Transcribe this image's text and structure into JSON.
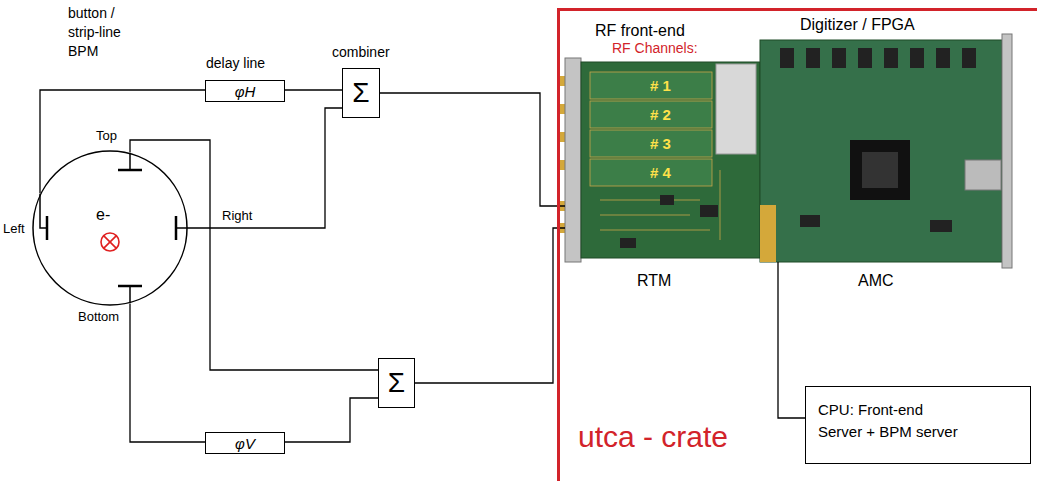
{
  "diagram": {
    "nodes": [
      {
        "text": [
          "e-"
        ]
      },
      {
        "text": [
          "φH"
        ]
      },
      {
        "text": [
          "Σ"
        ]
      },
      {
        "text": [
          "φV"
        ]
      },
      {
        "text": [
          "Σ"
        ]
      },
      {
        "text": [
          "utca - crate"
        ]
      },
      {
        "text": [
          "RF front-end",
          "RTM"
        ],
        "in": 5
      },
      {
        "text": [
          "Digitizer / FPGA",
          "AMC"
        ],
        "in": 5
      },
      {
        "text": [
          "CPU: Front-end Server + BPM server"
        ],
        "in": 5
      }
    ],
    "edges": [
      {
        "from": 0,
        "to": 1,
        "arrow": "none"
      },
      {
        "from": 1,
        "to": 2,
        "arrow": "none"
      },
      {
        "from": 0,
        "to": 2,
        "arrow": "none"
      },
      {
        "from": 0,
        "to": 4,
        "arrow": "none"
      },
      {
        "from": 0,
        "to": 3,
        "arrow": "none"
      },
      {
        "from": 3,
        "to": 4,
        "arrow": "none"
      },
      {
        "from": 2,
        "to": 6,
        "arrow": "none"
      },
      {
        "from": 4,
        "to": 6,
        "arrow": "none"
      },
      {
        "from": 8,
        "to": 7,
        "arrow": "none"
      }
    ],
    "labels": [
      "button / strip-line BPM",
      "delay line",
      "combiner",
      "Top",
      "Left",
      "Right",
      "Bottom",
      "RF Channels:",
      "# 1",
      "# 2",
      "# 3",
      "# 4"
    ]
  }
}
